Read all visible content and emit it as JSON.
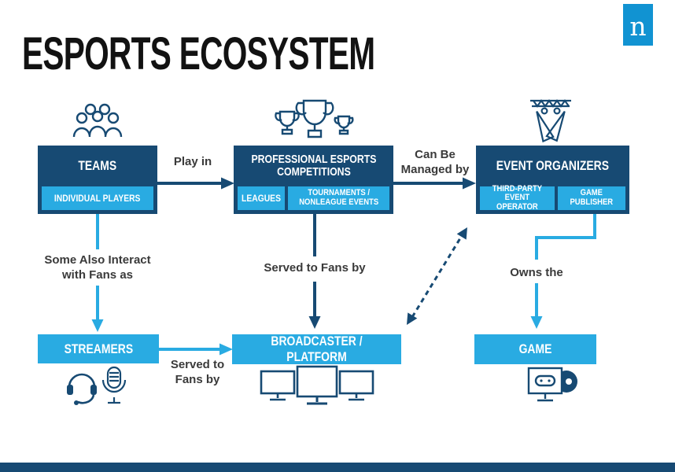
{
  "page": {
    "title": "ESPORTS ECOSYSTEM"
  },
  "logo": {
    "letter": "n",
    "color": "#1193d2"
  },
  "colors": {
    "navy": "#174a73",
    "light_blue": "#29abe2",
    "label_text": "#3a3a3a"
  },
  "nodes": {
    "teams": {
      "label": "TEAMS",
      "sub": [
        "INDIVIDUAL PLAYERS"
      ]
    },
    "competitions": {
      "label": "PROFESSIONAL ESPORTS\nCOMPETITIONS",
      "sub": [
        "LEAGUES",
        "TOURNAMENTS /\nNONLEAGUE EVENTS"
      ]
    },
    "organizers": {
      "label": "EVENT ORGANIZERS",
      "sub": [
        "THIRD-PARTY\nEVENT OPERATOR",
        "GAME\nPUBLISHER"
      ]
    },
    "streamers": {
      "label": "STREAMERS"
    },
    "broadcaster": {
      "label": "BROADCASTER / PLATFORM"
    },
    "game": {
      "label": "GAME"
    }
  },
  "edges": {
    "play_in": "Play in",
    "managed_by": "Can Be\nManaged by",
    "interact": "Some Also Interact\nwith Fans as",
    "served_mid": "Served to Fans by",
    "served_streamers": "Served to\nFans by",
    "owns": "Owns the"
  },
  "icons": [
    "people-group",
    "trophies",
    "event-spotlights",
    "headset",
    "microphone",
    "monitors",
    "game-console-disc"
  ]
}
